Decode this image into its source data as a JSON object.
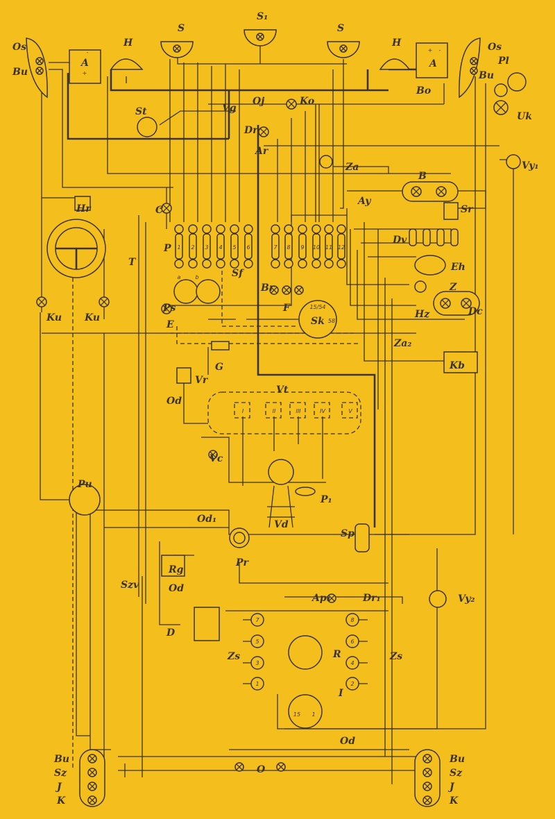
{
  "title": "Wiring diagram",
  "colors": {
    "background": "#f4be1c",
    "ink": "#3b332a"
  },
  "labels": [
    "Os",
    "Bu",
    "A",
    "H",
    "S",
    "S₁",
    "S",
    "H",
    "A",
    "Os",
    "Bu",
    "Pl",
    "Bo",
    "Uk",
    "St",
    "Vg",
    "Oj",
    "Ko",
    "Dr",
    "Ar",
    "Za",
    "Vy₁",
    "B",
    "Ay",
    "Sr",
    "Hr",
    "C",
    "T",
    "P",
    "Dv",
    "Eh",
    "Ps",
    "Sf",
    "Br",
    "F",
    "Z",
    "Dc",
    "Hz",
    "Ku",
    "Ku",
    "E",
    "Sk",
    "Za₂",
    "Kb",
    "G",
    "Vr",
    "Od",
    "Vt",
    "Vc",
    "P₁",
    "Vd",
    "Pu",
    "Sp",
    "Od₁",
    "Pr",
    "Szv",
    "Rg",
    "Od",
    "D",
    "Ap₁",
    "Dr₁",
    "Vy₂",
    "Zs",
    "R",
    "Zs",
    "I",
    "Od",
    "O",
    "Bu",
    "Sz",
    "J",
    "K",
    "Bu",
    "Sz",
    "J",
    "K"
  ],
  "fuse_numbers": [
    "1",
    "2",
    "3",
    "4",
    "5",
    "6",
    "7",
    "8",
    "9",
    "10",
    "11",
    "12"
  ],
  "spark_plugs_left": [
    "7",
    "5",
    "3",
    "1"
  ],
  "spark_plugs_right": [
    "8",
    "6",
    "4",
    "2"
  ],
  "cylinder_numbers": [
    "I",
    "II",
    "III",
    "IV",
    "V"
  ],
  "terminals": {
    "a": "a",
    "b": "b",
    "sk_top": "15/54",
    "sk_side": "58",
    "ign_15": "15",
    "ign_1": "1",
    "plus": "+",
    "minus": "-"
  }
}
